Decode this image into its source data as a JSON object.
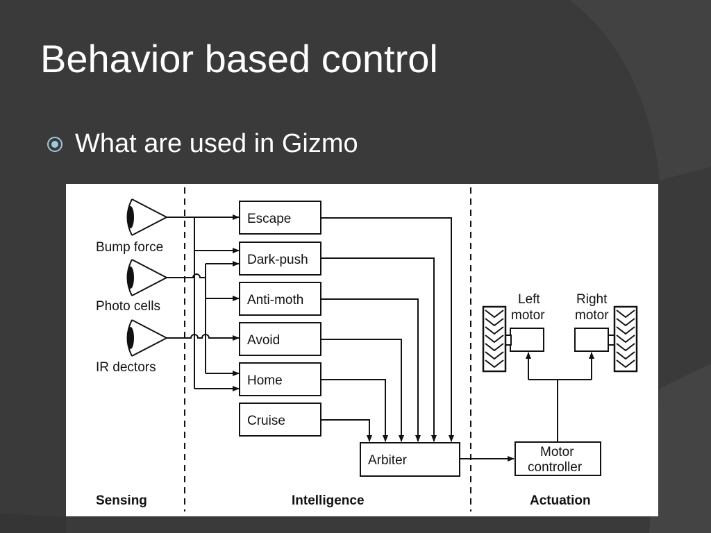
{
  "slide": {
    "title": "Behavior based control",
    "bullet": "What are used in Gizmo"
  },
  "diagram": {
    "sensors": [
      "Bump force",
      "Photo cells",
      "IR dectors"
    ],
    "behaviors": [
      "Escape",
      "Dark-push",
      "Anti-moth",
      "Avoid",
      "Home",
      "Cruise"
    ],
    "arbiter": "Arbiter",
    "motor_controller": [
      "Motor",
      "controller"
    ],
    "left_motor": [
      "Left",
      "motor"
    ],
    "right_motor": [
      "Right",
      "motor"
    ],
    "sections": [
      "Sensing",
      "Intelligence",
      "Actuation"
    ]
  },
  "colors": {
    "background": "#3a3a3a",
    "text": "#ffffff",
    "figure_bg": "#ffffff"
  }
}
